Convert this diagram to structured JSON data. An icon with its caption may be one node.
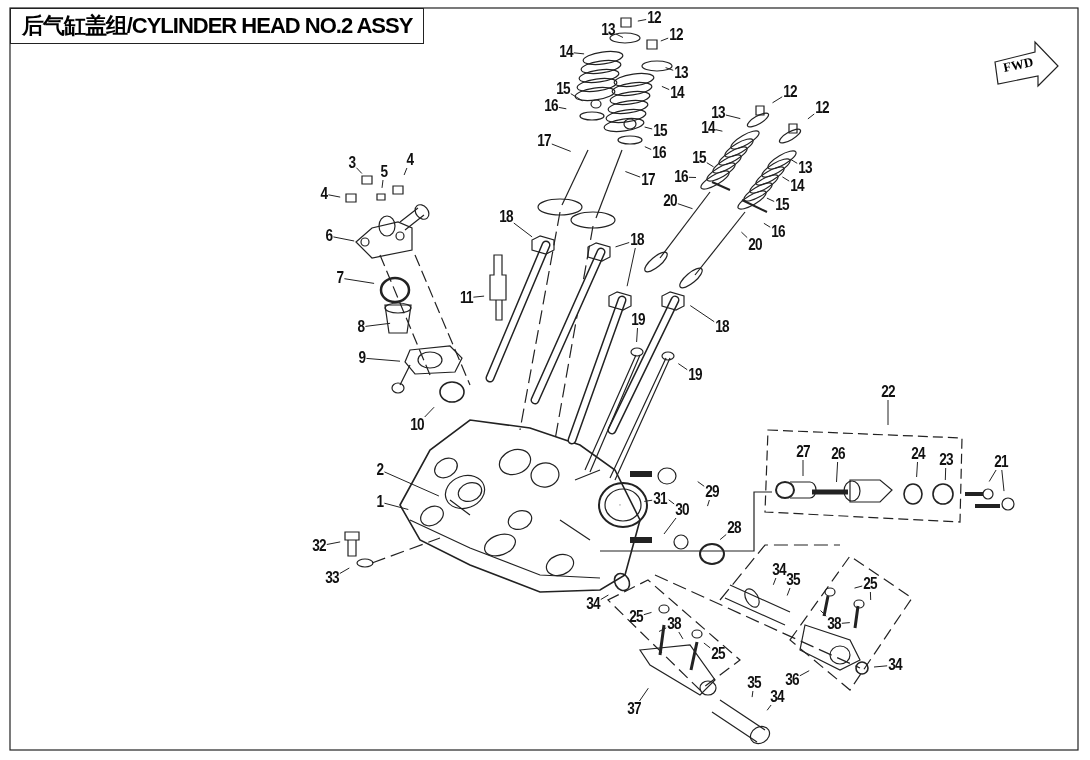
{
  "diagram": {
    "title": "后气缸盖组/CYLINDER HEAD NO.2 ASSY",
    "nodes": [
      {
        "text": [
          "12"
        ]
      },
      {
        "text": [
          "13"
        ]
      },
      {
        "text": [
          "12"
        ]
      },
      {
        "text": [
          "14"
        ]
      },
      {
        "text": [
          "13"
        ]
      },
      {
        "text": [
          "14"
        ]
      },
      {
        "text": [
          "15"
        ]
      },
      {
        "text": [
          "16"
        ]
      },
      {
        "text": [
          "15"
        ]
      },
      {
        "text": [
          "16"
        ]
      },
      {
        "text": [
          "17"
        ]
      },
      {
        "text": [
          "17"
        ]
      },
      {
        "text": [
          "13"
        ]
      },
      {
        "text": [
          "12"
        ]
      },
      {
        "text": [
          "12"
        ]
      },
      {
        "text": [
          "14"
        ]
      },
      {
        "text": [
          "15"
        ]
      },
      {
        "text": [
          "13"
        ]
      },
      {
        "text": [
          "14"
        ]
      },
      {
        "text": [
          "16"
        ]
      },
      {
        "text": [
          "15"
        ]
      },
      {
        "text": [
          "16"
        ]
      },
      {
        "text": [
          "20"
        ]
      },
      {
        "text": [
          "20"
        ]
      },
      {
        "text": [
          "3"
        ]
      },
      {
        "text": [
          "5"
        ]
      },
      {
        "text": [
          "4"
        ]
      },
      {
        "text": [
          "4"
        ]
      },
      {
        "text": [
          "6"
        ]
      },
      {
        "text": [
          "7"
        ]
      },
      {
        "text": [
          "8"
        ]
      },
      {
        "text": [
          "9"
        ]
      },
      {
        "text": [
          "10"
        ]
      },
      {
        "text": [
          "11"
        ]
      },
      {
        "text": [
          "18"
        ]
      },
      {
        "text": [
          "18"
        ]
      },
      {
        "text": [
          "18"
        ]
      },
      {
        "text": [
          "19"
        ]
      },
      {
        "text": [
          "19"
        ]
      },
      {
        "text": [
          "22"
        ]
      },
      {
        "text": [
          "27"
        ]
      },
      {
        "text": [
          "26"
        ]
      },
      {
        "text": [
          "24"
        ]
      },
      {
        "text": [
          "23"
        ]
      },
      {
        "text": [
          "21"
        ]
      },
      {
        "text": [
          "2"
        ]
      },
      {
        "text": [
          "1"
        ]
      },
      {
        "text": [
          "31"
        ]
      },
      {
        "text": [
          "30"
        ]
      },
      {
        "text": [
          "29"
        ]
      },
      {
        "text": [
          "28"
        ]
      },
      {
        "text": [
          "32"
        ]
      },
      {
        "text": [
          "33"
        ]
      },
      {
        "text": [
          "34"
        ]
      },
      {
        "text": [
          "25"
        ]
      },
      {
        "text": [
          "38"
        ]
      },
      {
        "text": [
          "25"
        ]
      },
      {
        "text": [
          "37"
        ]
      },
      {
        "text": [
          "35"
        ]
      },
      {
        "text": [
          "34"
        ]
      },
      {
        "text": [
          "34"
        ]
      },
      {
        "text": [
          "35"
        ]
      },
      {
        "text": [
          "25"
        ]
      },
      {
        "text": [
          "38"
        ]
      },
      {
        "text": [
          "36"
        ]
      },
      {
        "text": [
          "34"
        ]
      }
    ],
    "edges": [
      {
        "from": 0,
        "to": null,
        "arrow": "none"
      },
      {
        "from": 1,
        "to": null,
        "arrow": "none"
      },
      {
        "from": 2,
        "to": null,
        "arrow": "none"
      },
      {
        "from": 3,
        "to": null,
        "arrow": "none"
      },
      {
        "from": 4,
        "to": null,
        "arrow": "none"
      },
      {
        "from": 5,
        "to": null,
        "arrow": "none"
      },
      {
        "from": 6,
        "to": null,
        "arrow": "none"
      },
      {
        "from": 7,
        "to": null,
        "arrow": "none"
      },
      {
        "from": 8,
        "to": null,
        "arrow": "none"
      },
      {
        "from": 9,
        "to": null,
        "arrow": "none"
      },
      {
        "from": 10,
        "to": null,
        "arrow": "none"
      },
      {
        "from": 11,
        "to": null,
        "arrow": "none"
      },
      {
        "from": 12,
        "to": null,
        "arrow": "none"
      },
      {
        "from": 13,
        "to": null,
        "arrow": "none"
      },
      {
        "from": 14,
        "to": null,
        "arrow": "none"
      },
      {
        "from": 15,
        "to": null,
        "arrow": "none"
      },
      {
        "from": 16,
        "to": null,
        "arrow": "none"
      },
      {
        "from": 17,
        "to": null,
        "arrow": "none"
      },
      {
        "from": 18,
        "to": null,
        "arrow": "none"
      },
      {
        "from": 19,
        "to": null,
        "arrow": "none"
      },
      {
        "from": 20,
        "to": null,
        "arrow": "none"
      },
      {
        "from": 21,
        "to": null,
        "arrow": "none"
      },
      {
        "from": 22,
        "to": null,
        "arrow": "none"
      },
      {
        "from": 23,
        "to": null,
        "arrow": "none"
      },
      {
        "from": 24,
        "to": null,
        "arrow": "none"
      },
      {
        "from": 25,
        "to": null,
        "arrow": "none"
      },
      {
        "from": 26,
        "to": null,
        "arrow": "none"
      },
      {
        "from": 27,
        "to": null,
        "arrow": "none"
      },
      {
        "from": 28,
        "to": null,
        "arrow": "none"
      },
      {
        "from": 29,
        "to": null,
        "arrow": "none"
      },
      {
        "from": 30,
        "to": null,
        "arrow": "none"
      },
      {
        "from": 31,
        "to": null,
        "arrow": "none"
      },
      {
        "from": 32,
        "to": null,
        "arrow": "none"
      },
      {
        "from": 33,
        "to": null,
        "arrow": "none"
      },
      {
        "from": 34,
        "to": null,
        "arrow": "none"
      },
      {
        "from": 35,
        "to": null,
        "arrow": "none"
      },
      {
        "from": 35,
        "to": null,
        "arrow": "none"
      },
      {
        "from": 36,
        "to": null,
        "arrow": "none"
      },
      {
        "from": 37,
        "to": null,
        "arrow": "none"
      },
      {
        "from": 38,
        "to": null,
        "arrow": "none"
      },
      {
        "from": 39,
        "to": null,
        "arrow": "none"
      },
      {
        "from": 40,
        "to": null,
        "arrow": "none"
      },
      {
        "from": 41,
        "to": null,
        "arrow": "none"
      },
      {
        "from": 42,
        "to": null,
        "arrow": "none"
      },
      {
        "from": 43,
        "to": null,
        "arrow": "none"
      },
      {
        "from": 44,
        "to": null,
        "arrow": "none"
      },
      {
        "from": 44,
        "to": null,
        "arrow": "none"
      },
      {
        "from": 45,
        "to": null,
        "arrow": "none"
      },
      {
        "from": 46,
        "to": null,
        "arrow": "none"
      },
      {
        "from": 47,
        "to": null,
        "arrow": "none"
      },
      {
        "from": 48,
        "to": null,
        "arrow": "none"
      },
      {
        "from": 48,
        "to": null,
        "arrow": "none"
      },
      {
        "from": 49,
        "to": null,
        "arrow": "none"
      },
      {
        "from": 49,
        "to": null,
        "arrow": "none"
      },
      {
        "from": 50,
        "to": null,
        "arrow": "none"
      },
      {
        "from": 51,
        "to": null,
        "arrow": "none"
      },
      {
        "from": 52,
        "to": null,
        "arrow": "none"
      },
      {
        "from": 53,
        "to": null,
        "arrow": "none"
      },
      {
        "from": 54,
        "to": null,
        "arrow": "none"
      },
      {
        "from": 55,
        "to": null,
        "arrow": "none"
      },
      {
        "from": 55,
        "to": null,
        "arrow": "none"
      },
      {
        "from": 56,
        "to": null,
        "arrow": "none"
      },
      {
        "from": 57,
        "to": null,
        "arrow": "none"
      },
      {
        "from": 58,
        "to": null,
        "arrow": "none"
      },
      {
        "from": 59,
        "to": null,
        "arrow": "none"
      },
      {
        "from": 60,
        "to": null,
        "arrow": "none"
      },
      {
        "from": 61,
        "to": null,
        "arrow": "none"
      },
      {
        "from": 62,
        "to": null,
        "arrow": "none"
      },
      {
        "from": 62,
        "to": null,
        "arrow": "none"
      },
      {
        "from": 63,
        "to": null,
        "arrow": "none"
      },
      {
        "from": 63,
        "to": null,
        "arrow": "none"
      },
      {
        "from": 64,
        "to": null,
        "arrow": "none"
      },
      {
        "from": 65,
        "to": null,
        "arrow": "none"
      }
    ],
    "labels": [
      "FWD"
    ]
  }
}
